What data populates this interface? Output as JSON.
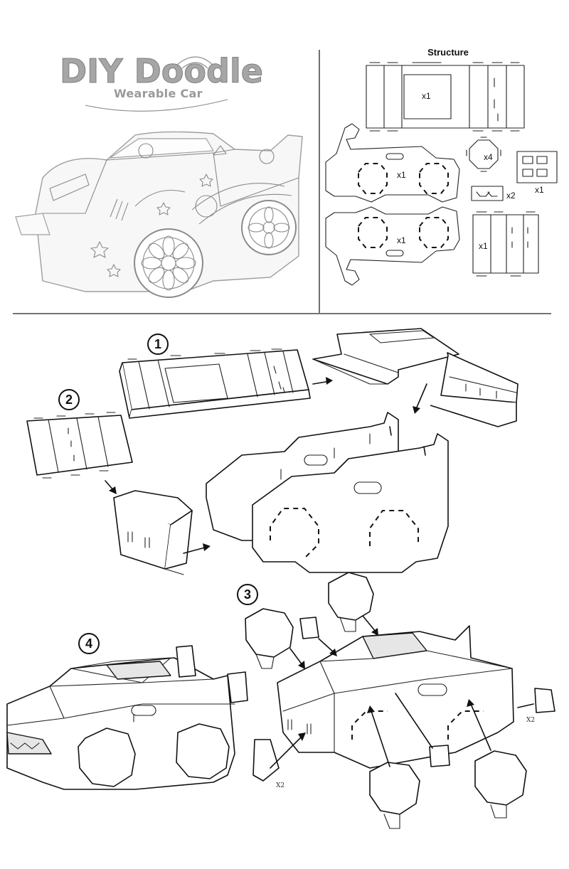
{
  "logo": {
    "title": "DIY Doodle",
    "subtitle": "Wearable Car"
  },
  "structure": {
    "title": "Structure",
    "part_counts": [
      "x1",
      "x1",
      "x4",
      "x1",
      "x2",
      "x1",
      "x1"
    ]
  },
  "steps": {
    "step1": "1",
    "step2": "2",
    "step3": "3",
    "step4": "4"
  },
  "annotations": {
    "x2_right": "X2",
    "x2_left": "X2"
  },
  "colors": {
    "line": "#111111",
    "logo_grey": "#9a9a9a",
    "background": "#ffffff"
  }
}
